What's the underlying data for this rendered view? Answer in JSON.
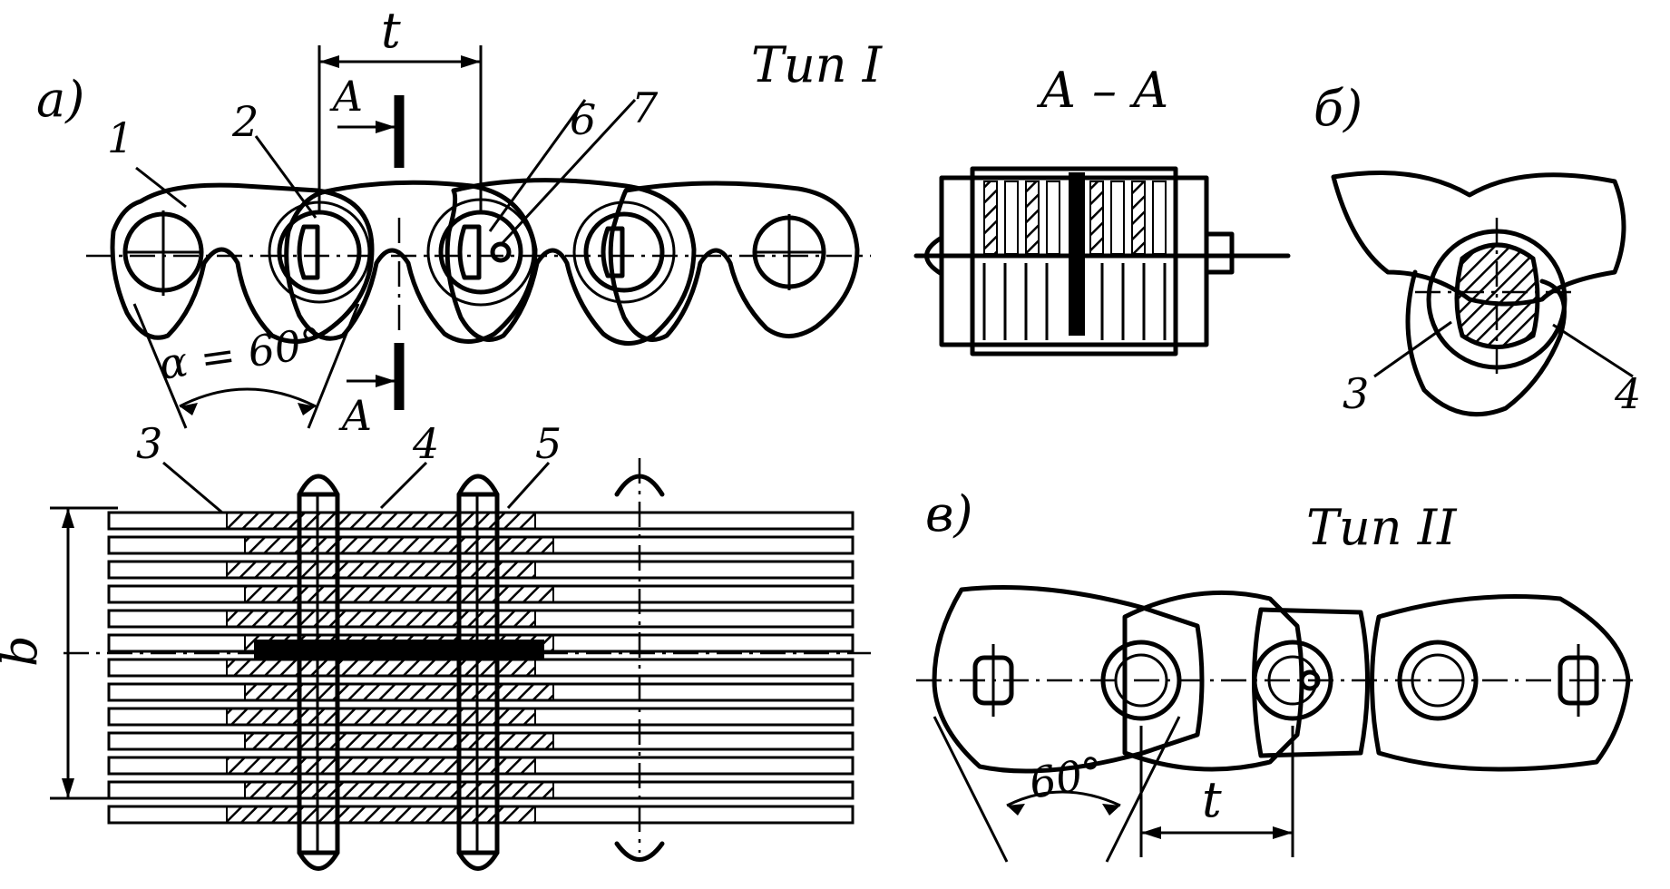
{
  "labels": {
    "view_a": "а)",
    "view_b": "б)",
    "view_v": "в)",
    "type_1": "Тип I",
    "type_2": "Тип II",
    "section": "А – А",
    "section_mark": "А",
    "pitch": "t",
    "width": "b",
    "angle_a": "α = 60°",
    "angle_v": "60°",
    "part_1": "1",
    "part_2": "2",
    "part_3": "3",
    "part_4": "4",
    "part_5": "5",
    "part_6": "6",
    "part_7": "7"
  }
}
